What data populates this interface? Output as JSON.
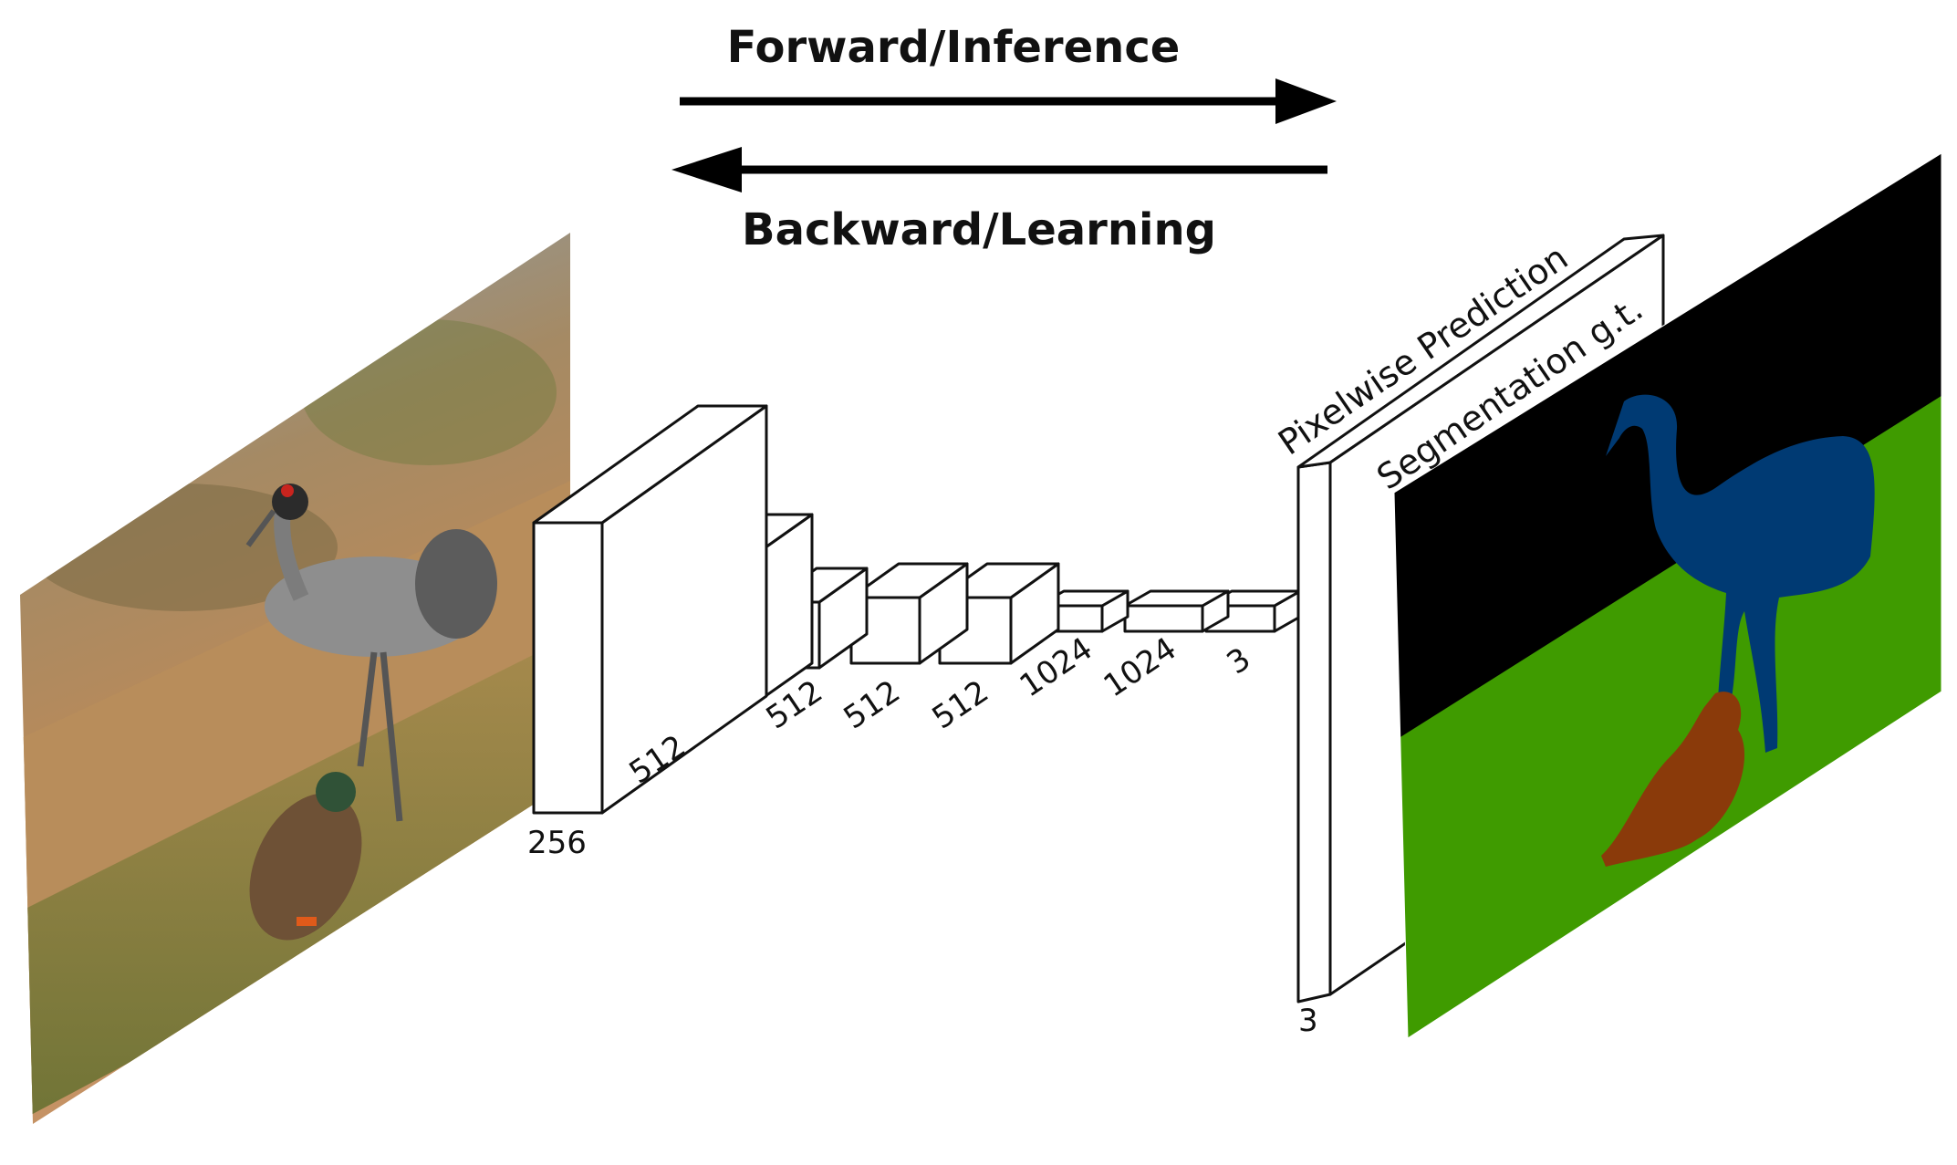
{
  "arrows": {
    "forward_label": "Forward/Inference",
    "backward_label": "Backward/Learning"
  },
  "input_image": {
    "content": "photo of a common crane and a mallard duck on grass"
  },
  "layers": [
    {
      "name": "conv-256",
      "label": "256"
    },
    {
      "name": "conv-512-a",
      "label": "512"
    },
    {
      "name": "conv-512-b",
      "label": "512"
    },
    {
      "name": "conv-512-c",
      "label": "512"
    },
    {
      "name": "conv-512-d",
      "label": "512"
    },
    {
      "name": "fc-1024-a",
      "label": "1024"
    },
    {
      "name": "fc-1024-b",
      "label": "1024"
    },
    {
      "name": "fc-3",
      "label": "3"
    }
  ],
  "output": {
    "prediction_label": "Pixelwise Prediction",
    "depth_label": "3",
    "ground_truth_label": "Segmentation g.t."
  },
  "segmentation_colors": {
    "background": "#000000",
    "ground": "#3f9b00",
    "crane": "#003a73",
    "duck": "#8a3a0a"
  }
}
